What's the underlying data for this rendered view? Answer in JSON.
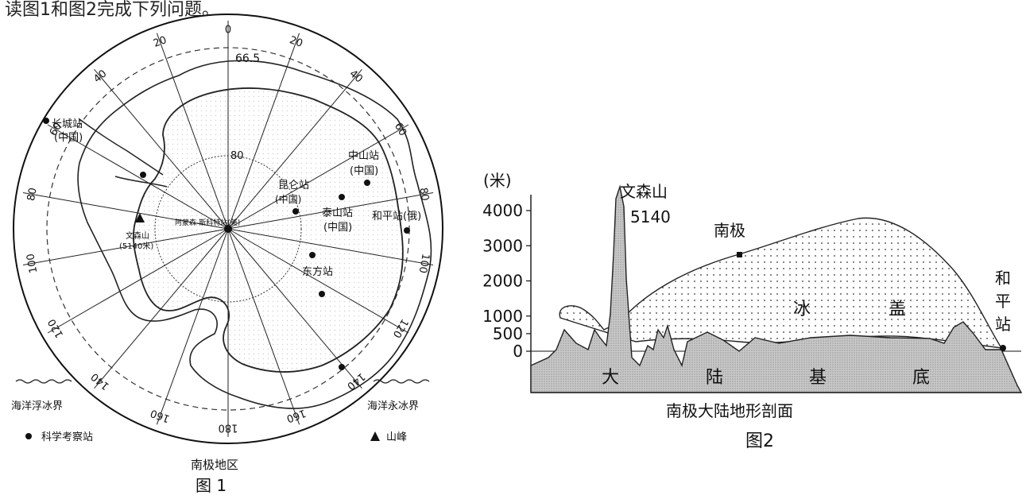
{
  "top_text": "读图1和图2完成下列问题。",
  "figure1": {
    "caption": "图 1",
    "title": "南极地区",
    "latitude_labels": {
      "polar_circle": "66.5",
      "inner": "80"
    },
    "meridians": [
      {
        "label": "0",
        "lon": 0
      },
      {
        "label": "20",
        "lon": 20
      },
      {
        "label": "40",
        "lon": 40
      },
      {
        "label": "60",
        "lon": 60
      },
      {
        "label": "80",
        "lon": 80
      },
      {
        "label": "100",
        "lon": 100
      },
      {
        "label": "120",
        "lon": 120
      },
      {
        "label": "140",
        "lon": 140
      },
      {
        "label": "160",
        "lon": 160
      },
      {
        "label": "180",
        "lon": 180
      },
      {
        "label": "160",
        "lon": -160
      },
      {
        "label": "140",
        "lon": -140
      },
      {
        "label": "120",
        "lon": -120
      },
      {
        "label": "100",
        "lon": -100
      },
      {
        "label": "80",
        "lon": -80
      },
      {
        "label": "60",
        "lon": -60
      },
      {
        "label": "40",
        "lon": -40
      },
      {
        "label": "20",
        "lon": -20
      }
    ],
    "stations": {
      "changcheng": "长城站",
      "changcheng_country": "(中国)",
      "zhongshan": "中山站",
      "zhongshan_country": "(中国)",
      "kunlun": "昆仑站",
      "kunlun_country": "(中国)",
      "taishan": "泰山站",
      "taishan_country": "(中国)",
      "heping": "和平站(俄)",
      "dongfang": "东方站"
    },
    "peak_name": "文森山",
    "peak_height": "(5140米)",
    "pole_label": "阿蒙森-斯科特站(美)",
    "boundary_left": "海洋浮冰界",
    "boundary_right": "海洋永冰界",
    "legend": {
      "station": "科学考察站",
      "peak": "山峰"
    }
  },
  "figure2": {
    "caption": "图",
    "caption_num": "2",
    "title": "南极大陆地形剖面",
    "y_unit": "(米)",
    "y_ticks": [
      "4000",
      "3000",
      "2000",
      "1000",
      "500",
      "0"
    ],
    "y_values": [
      4000,
      3000,
      2000,
      1000,
      500,
      0
    ],
    "peak_name": "文森山",
    "peak_value": "5140",
    "south_pole": "南极",
    "ice_label": [
      "冰",
      "盖"
    ],
    "base_label": [
      "大",
      "陆",
      "基",
      "底"
    ],
    "station_label": [
      "和",
      "平",
      "站"
    ]
  }
}
